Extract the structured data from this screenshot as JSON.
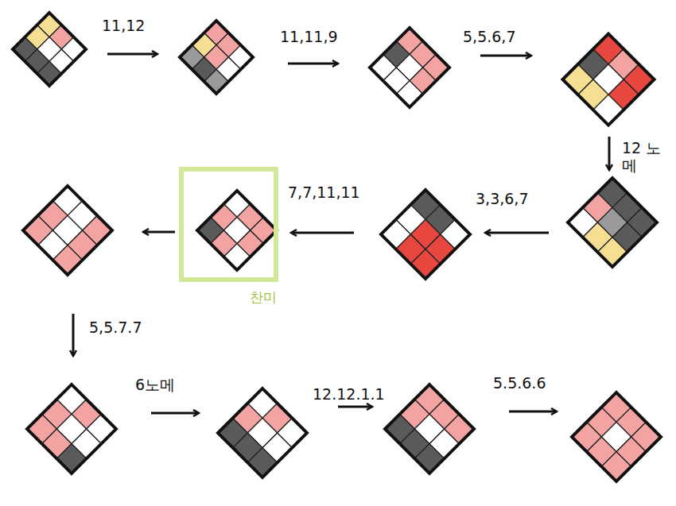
{
  "diagram": {
    "nodes": [
      {
        "text": [
          "찬미"
        ]
      }
    ],
    "labels": [
      "11,12",
      "11,11,9",
      "5,5.6,7",
      "12 노메",
      "3,3,6,7",
      "7,7,11,11",
      "5,5.7.7",
      "6노메",
      "12.12.1.1",
      "5.5.6.6"
    ]
  }
}
